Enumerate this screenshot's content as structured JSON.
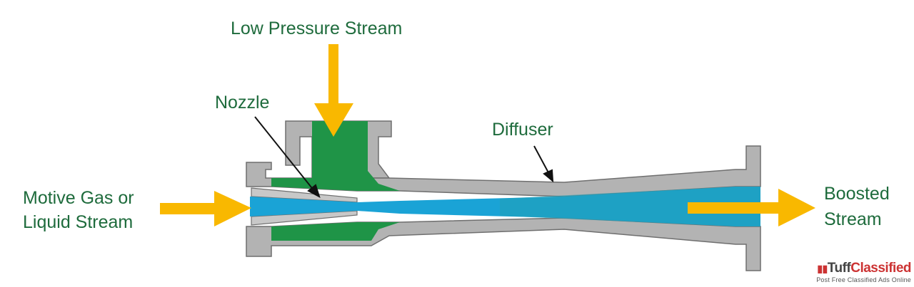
{
  "labels": {
    "low_pressure": "Low Pressure Stream",
    "nozzle": "Nozzle",
    "diffuser": "Diffuser",
    "motive_line1": "Motive Gas or",
    "motive_line2": "Liquid Stream",
    "boosted_line1": "Boosted",
    "boosted_line2": "Stream"
  },
  "watermark": {
    "name_part1": "Tuff",
    "name_part2": "Classified",
    "tagline": "Post Free Classified Ads Online"
  },
  "colors": {
    "body": "#b3b3b3",
    "outline": "#6f6f6f",
    "low_pressure_fluid": "#1f9447",
    "motive_fluid": "#1aa3d6",
    "mixed_fluid": "#22a0b8",
    "arrow": "#f9b800",
    "text": "#1e6b3c"
  }
}
